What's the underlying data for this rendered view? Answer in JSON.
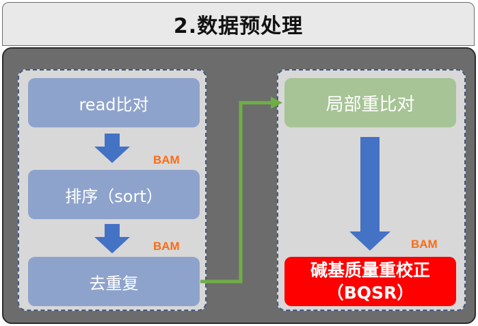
{
  "title": "2.数据预处理",
  "left_steps": [
    "read比对",
    "排序（sort）",
    "去重复"
  ],
  "right_steps": [
    "局部重比对",
    "碱基质量重校正（BQSR）"
  ],
  "bam_labels": [
    "BAM",
    "BAM",
    "BAM"
  ],
  "colors": {
    "step_box": "#8ea3cc",
    "realign_box": "#a6c495",
    "bqsr_box": "#ff0000",
    "arrow_blue": "#4472c4",
    "arrow_green": "#70ad47",
    "bam_text": "#ff6a13"
  }
}
